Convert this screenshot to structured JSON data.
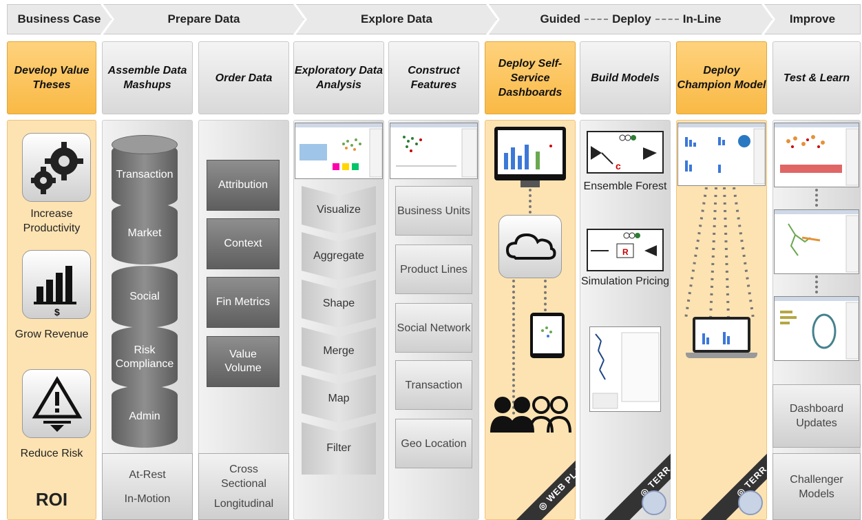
{
  "phases": [
    "Business Case",
    "Prepare Data",
    "Explore Data",
    "Guided",
    "Deploy",
    "In-Line",
    "Improve"
  ],
  "columns": {
    "develop": {
      "title": "Develop Value Theses",
      "items": [
        "Increase Productivity",
        "Grow Revenue",
        "Reduce Risk"
      ],
      "roi": "ROI"
    },
    "assemble": {
      "title": "Assemble Data Mashups",
      "cylinders": [
        "Transaction",
        "Market",
        "Social",
        "Risk Compliance",
        "Admin"
      ],
      "footer": [
        "At-Rest",
        "In-Motion"
      ]
    },
    "order": {
      "title": "Order Data",
      "boxes": [
        "Attribution",
        "Context",
        "Fin Metrics",
        "Value Volume"
      ],
      "footer": [
        "Cross Sectional",
        "Longitudinal"
      ]
    },
    "explore": {
      "title": "Exploratory Data Analysis",
      "steps": [
        "Visualize",
        "Aggregate",
        "Shape",
        "Merge",
        "Map",
        "Filter"
      ]
    },
    "construct": {
      "title": "Construct Features",
      "boxes": [
        "Business Units",
        "Product Lines",
        "Social Network",
        "Transaction",
        "Geo Location"
      ]
    },
    "dashboards": {
      "title": "Deploy Self-Service Dashboards",
      "band": "WEB PLAYER"
    },
    "build": {
      "title": "Build Models",
      "items": [
        "Ensemble Forest",
        "Simulation Pricing"
      ],
      "band": "TERR"
    },
    "champion": {
      "title": "Deploy Champion Model",
      "band": "TERR"
    },
    "test": {
      "title": "Test & Learn",
      "boxes": [
        "Dashboard Updates",
        "Challenger Models"
      ]
    }
  },
  "colors": {
    "gold": "#f9b945",
    "gold_light": "#fde3b2",
    "grey_box": "#6e6e6e"
  }
}
